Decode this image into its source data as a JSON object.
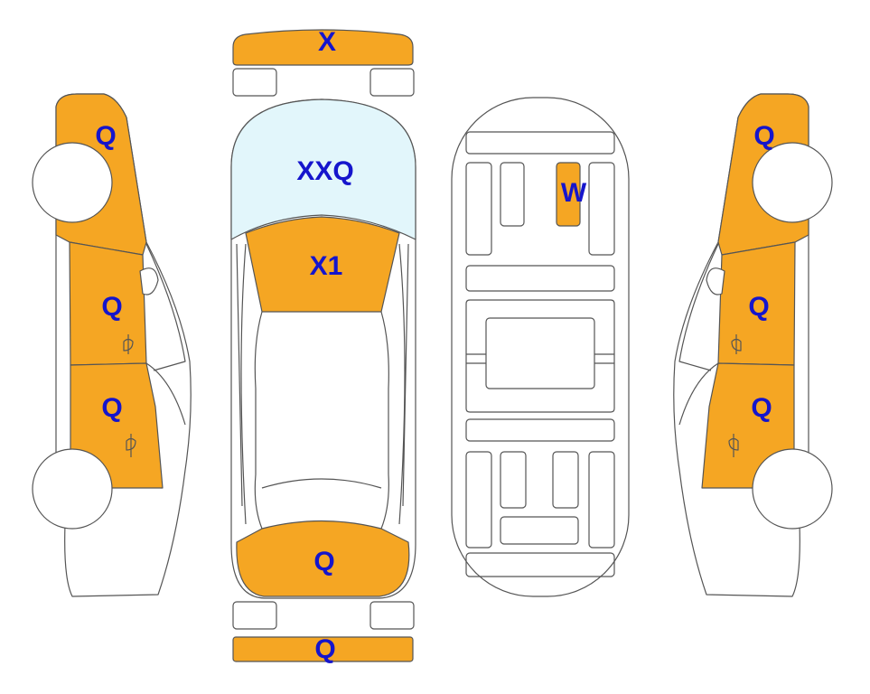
{
  "colors": {
    "damaged": "#F5A623",
    "glass": "#E2F6FB",
    "outline": "#555555",
    "label": "#1515CC"
  },
  "labels": {
    "front_bumper": "X",
    "windshield": "XXQ",
    "hood": "X1",
    "trunk": "Q",
    "rear_bumper": "Q",
    "roof_item": "W",
    "left_fender": "Q",
    "left_front_door": "Q",
    "left_rear_door": "Q",
    "right_fender": "Q",
    "right_front_door": "Q",
    "right_rear_door": "Q"
  }
}
